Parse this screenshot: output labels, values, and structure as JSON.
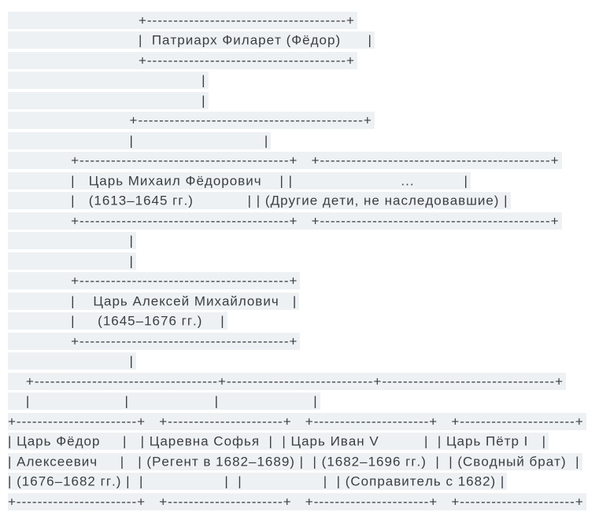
{
  "colors": {
    "background": "#ffffff",
    "stripe": "#eef1f4",
    "text": "#3a3e42"
  },
  "diagram": {
    "kind": "ascii-family-tree",
    "language": "ru",
    "lines": [
      "                             +--------------------------------------+",
      "                             |  Патриарх Филарет (Фёдор)      |",
      "                             +--------------------------------------+",
      "                                           |",
      "                                           |",
      "                           +-------------------------------------------+",
      "                           |                             |",
      "              +----------------------------------------+   +--------------------------------------------+",
      "              |   Царь Михаил Фёдорович    | |                        ...           |",
      "              |   (1613–1645 гг.)            | | (Другие дети, не наследовавшие) |",
      "              +----------------------------------------+   +--------------------------------------------+",
      "                           |",
      "                           |",
      "              +----------------------------------------+",
      "              |    Царь Алексей Михайлович   |",
      "              |     (1645–1676 гг.)    |",
      "              +----------------------------------------+",
      "                           |",
      "    +-----------------------------------+----------------------------+---------------------------------+",
      "    |                     |                   |                     |",
      "+-----------------------+   +----------------------+   +----------------------+   +----------------------+",
      "| Царь Фёдор     |   | Царевна Софья  |  | Царь Иван V          |  | Царь Пётр I   |",
      "| Алексеевич     |   | (Регент в 1682–1689) |  | (1682–1696 гг.)  |  | (Сводный брат)  |",
      "| (1676–1682 гг.) |  |                  |  |                  |  | (Соправитель с 1682) |",
      "+-----------------------+   +----------------------+   +----------------------+   +----------------------+"
    ]
  }
}
